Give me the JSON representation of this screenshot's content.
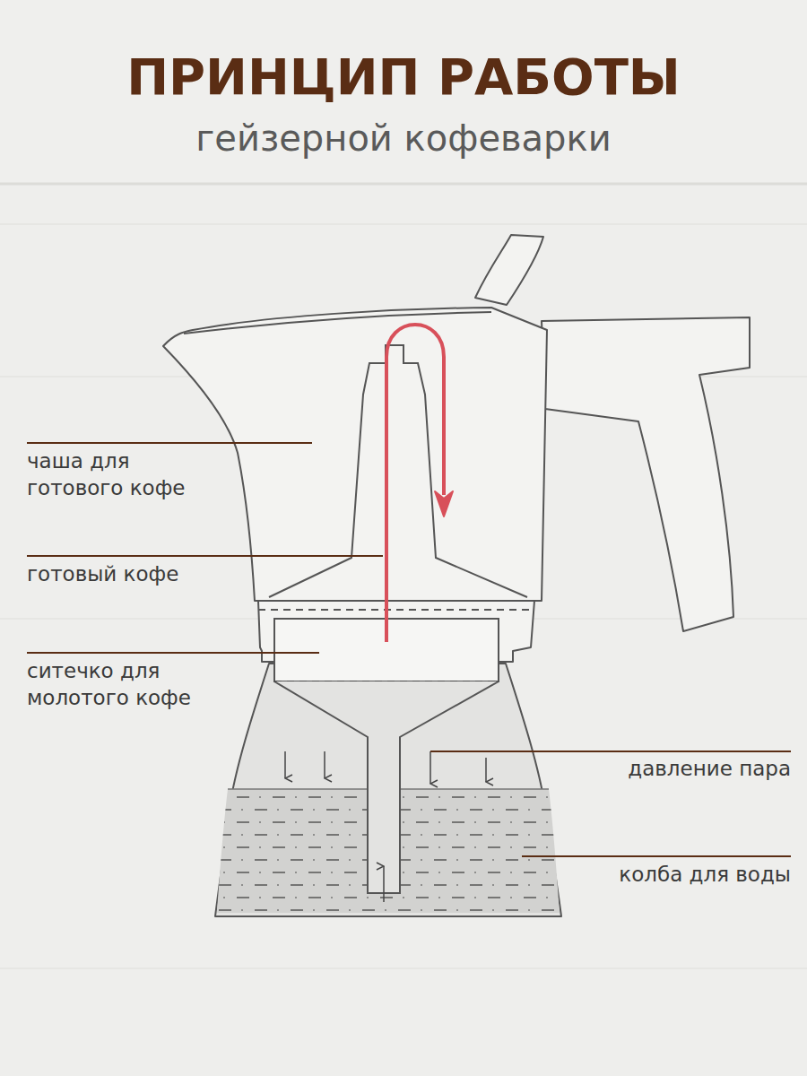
{
  "diagram": {
    "title": "ПРИНЦИП РАБОТЫ",
    "labels": [
      "гейзерной кофеварки",
      "чаша для готового кофе",
      "готовый кофе",
      "ситечко для молотого кофе",
      "давление пара",
      "колба для воды"
    ]
  }
}
